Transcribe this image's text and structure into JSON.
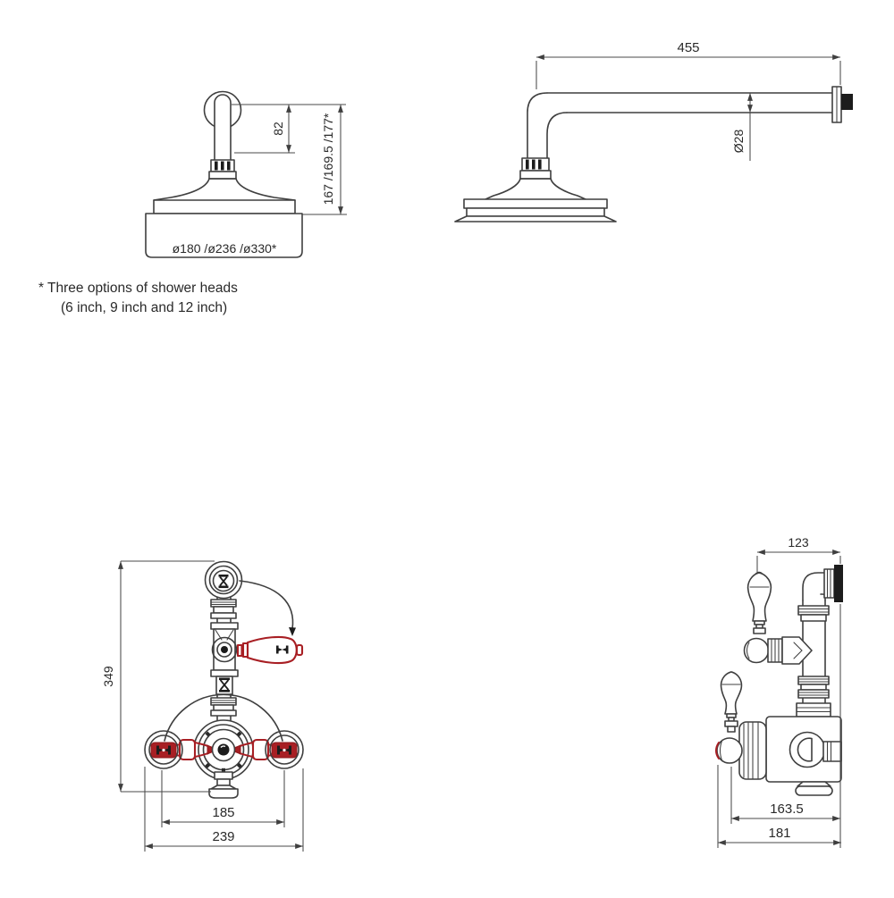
{
  "colors": {
    "background": "#ffffff",
    "line": "#3f3f3f",
    "dimension": "#4a4a4a",
    "accent_red": "#a81f24",
    "black_detail": "#1c1c1c",
    "text": "#2a2a2a"
  },
  "note": {
    "line1": "* Three options of shower heads",
    "line2": "(6 inch, 9 inch and 12 inch)"
  },
  "dimensions": {
    "head_stub_height": "82",
    "head_total_height": "167 /169.5 /177*",
    "head_diameters": "ø180 /ø236 /ø330*",
    "arm_length": "455",
    "arm_diameter": "Ø28",
    "valve_height": "349",
    "valve_inlet_centres": "185",
    "valve_overall_width": "239",
    "valve_top_projection": "123",
    "valve_body_projection": "163.5",
    "valve_overall_projection": "181"
  }
}
